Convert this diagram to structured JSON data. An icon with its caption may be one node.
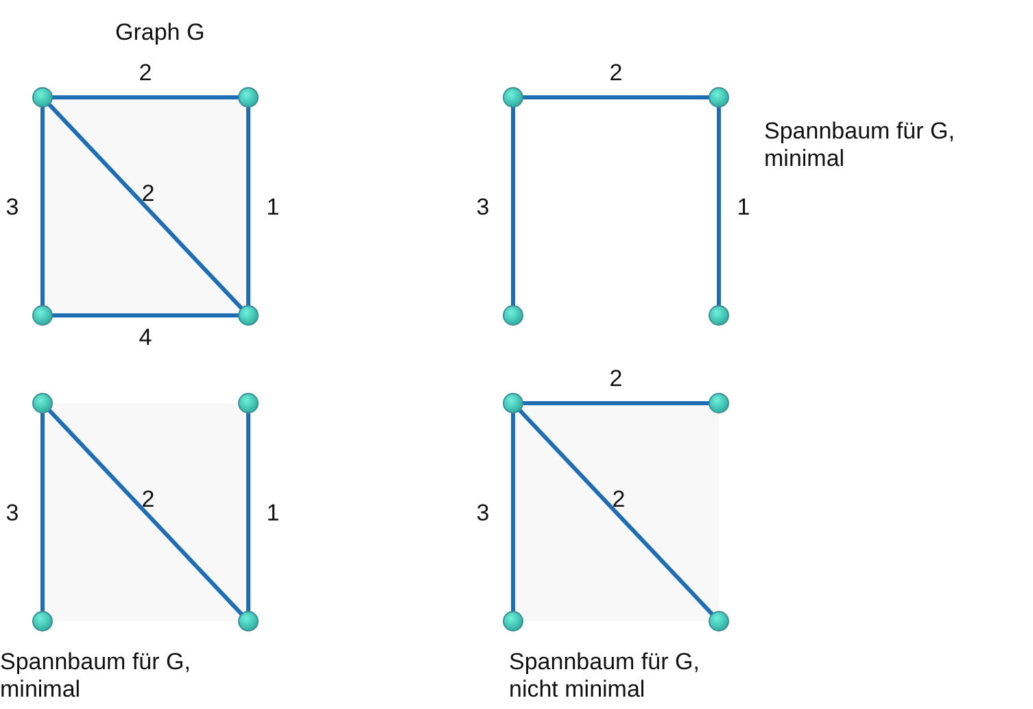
{
  "diagram": {
    "nodes": [
      {
        "text": [],
        "shape": "circle"
      },
      {
        "text": [],
        "shape": "circle"
      },
      {
        "text": [],
        "shape": "circle"
      },
      {
        "text": [],
        "shape": "circle"
      },
      {
        "text": [],
        "shape": "circle"
      },
      {
        "text": [],
        "shape": "circle"
      },
      {
        "text": [],
        "shape": "circle"
      },
      {
        "text": [],
        "shape": "circle"
      },
      {
        "text": [],
        "shape": "circle"
      },
      {
        "text": [],
        "shape": "circle"
      },
      {
        "text": [],
        "shape": "circle"
      },
      {
        "text": [],
        "shape": "circle"
      },
      {
        "text": [],
        "shape": "circle"
      },
      {
        "text": [],
        "shape": "circle"
      },
      {
        "text": [],
        "shape": "circle"
      },
      {
        "text": [],
        "shape": "circle"
      }
    ],
    "edges": [
      {
        "from": 0,
        "to": 1,
        "arrow": "none",
        "label": "2"
      },
      {
        "from": 0,
        "to": 2,
        "arrow": "none",
        "label": "3"
      },
      {
        "from": 1,
        "to": 3,
        "arrow": "none",
        "label": "1"
      },
      {
        "from": 2,
        "to": 3,
        "arrow": "none",
        "label": "4"
      },
      {
        "from": 0,
        "to": 3,
        "arrow": "none",
        "label": "2"
      },
      {
        "from": 4,
        "to": 5,
        "arrow": "none",
        "label": "2"
      },
      {
        "from": 4,
        "to": 6,
        "arrow": "none",
        "label": "3"
      },
      {
        "from": 5,
        "to": 7,
        "arrow": "none",
        "label": "1"
      },
      {
        "from": 8,
        "to": 10,
        "arrow": "none",
        "label": "3"
      },
      {
        "from": 8,
        "to": 11,
        "arrow": "none",
        "label": "2"
      },
      {
        "from": 9,
        "to": 11,
        "arrow": "none",
        "label": "1"
      },
      {
        "from": 12,
        "to": 13,
        "arrow": "none",
        "label": "2"
      },
      {
        "from": 12,
        "to": 14,
        "arrow": "none",
        "label": "3"
      },
      {
        "from": 12,
        "to": 15,
        "arrow": "none",
        "label": "2"
      }
    ],
    "labels": [
      "Graph G",
      "Spannbaum für G, minimal",
      "Spannbaum für G, minimal",
      "Spannbaum für G, nicht minimal"
    ]
  }
}
